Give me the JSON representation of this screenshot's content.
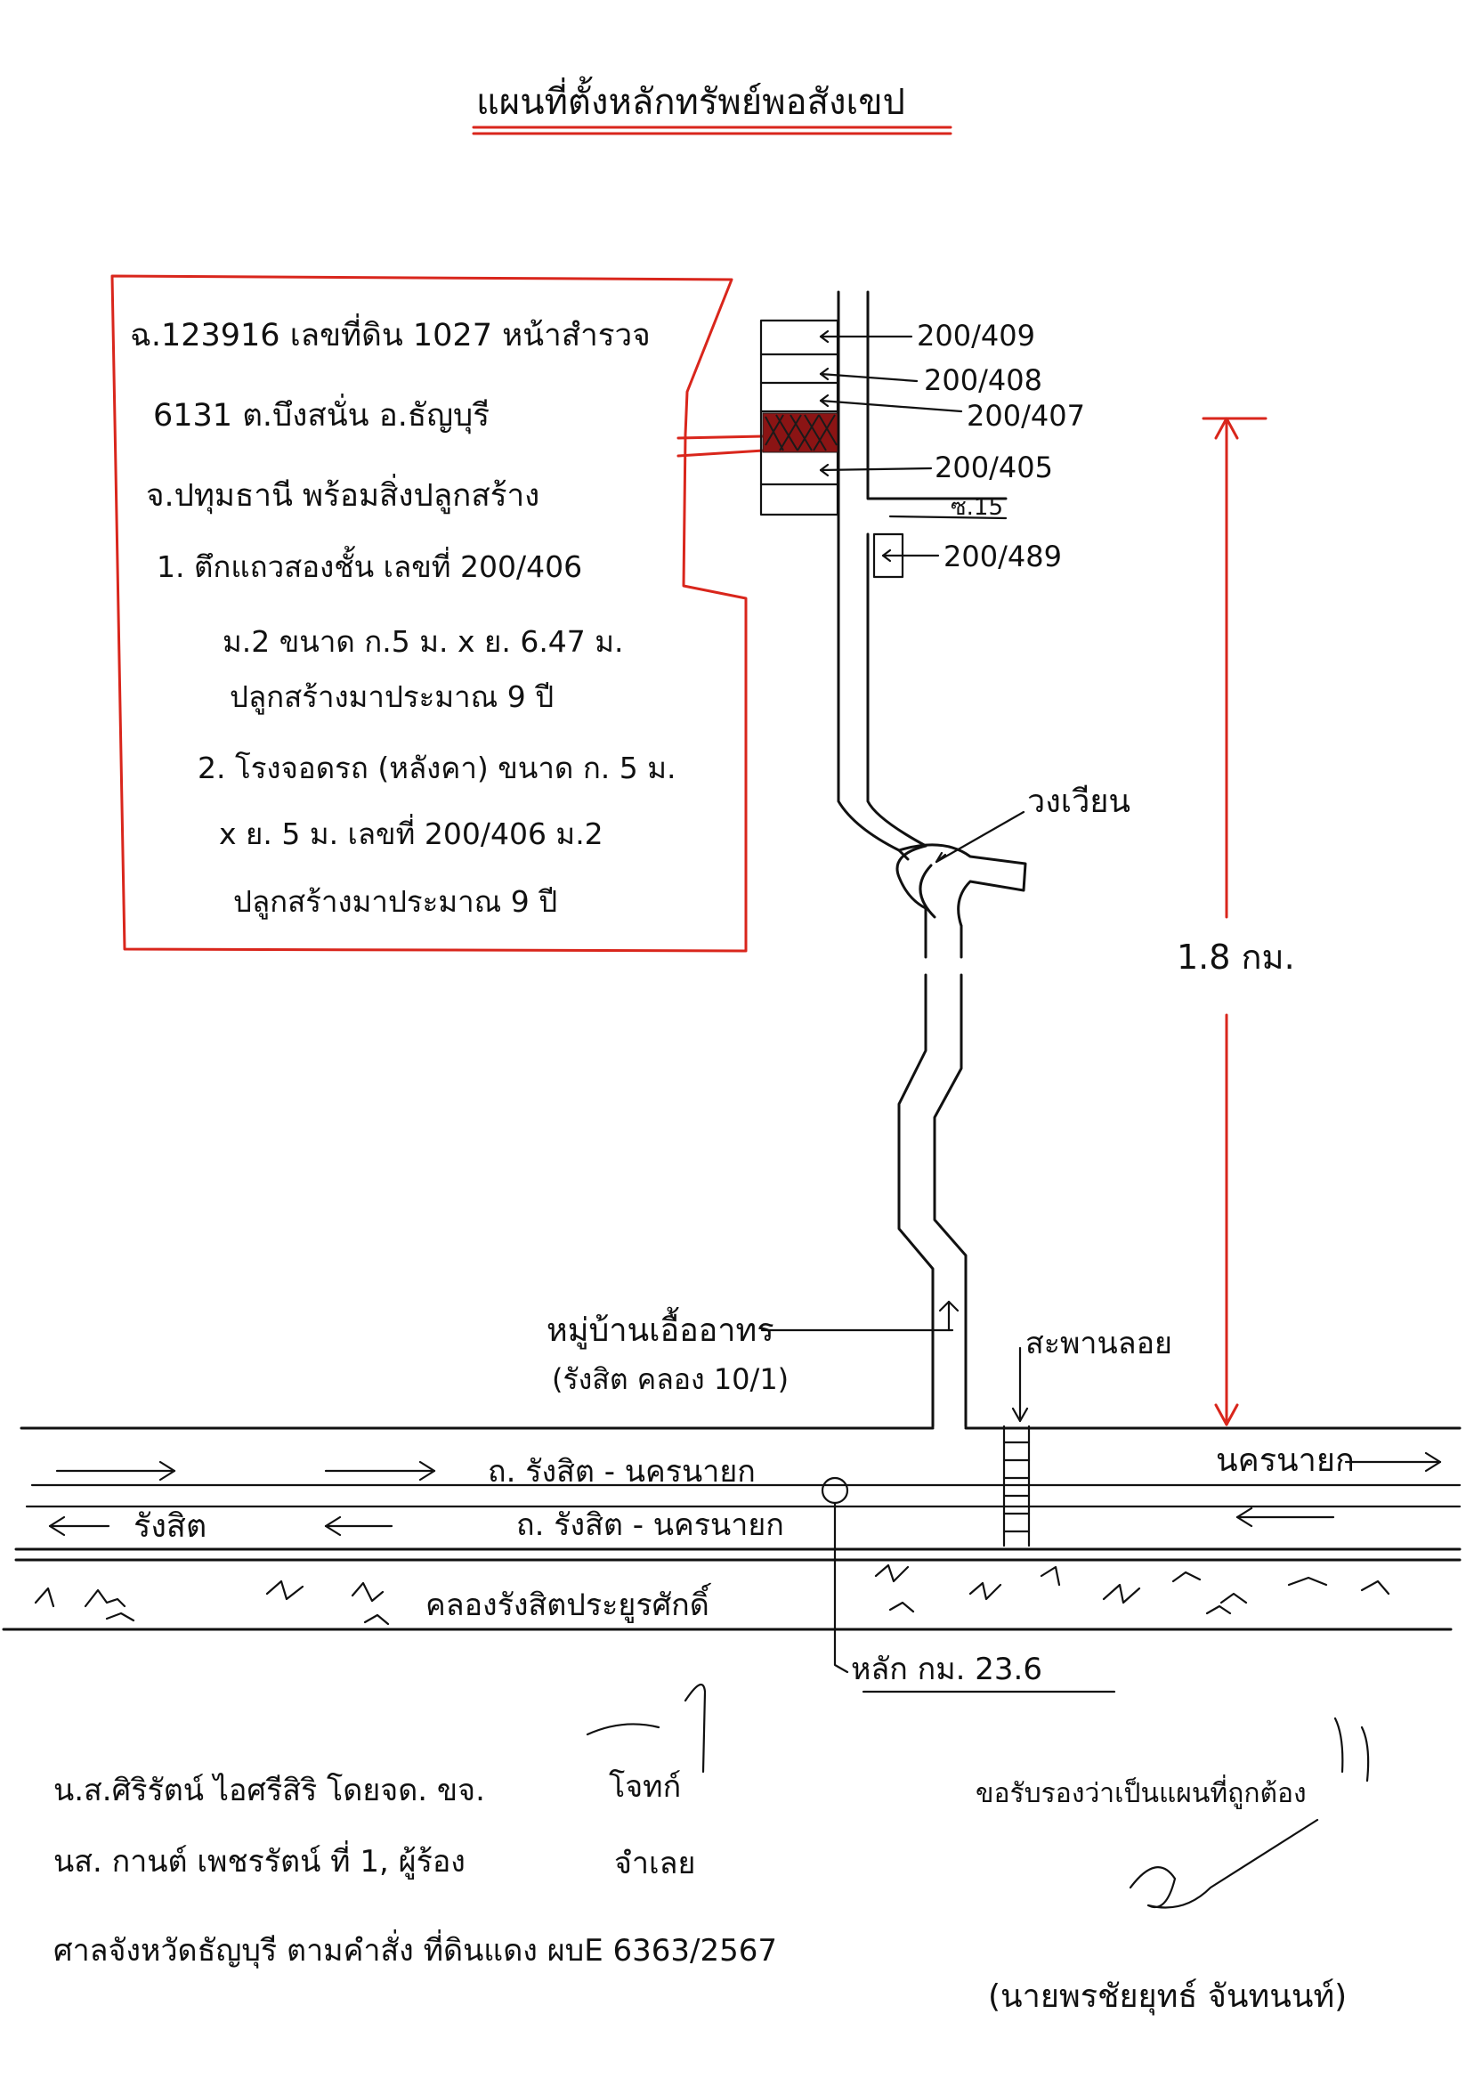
{
  "title": "แผนที่ตั้งหลักทรัพย์พอสังเขป",
  "deed_note": {
    "line1": "ฉ.123916 เลขที่ดิน 1027 หน้าสำรวจ",
    "line2": "6131 ต.บึงสนั่น อ.ธัญบุรี",
    "line3": "จ.ปทุมธานี พร้อมสิ่งปลูกสร้าง",
    "line4": "1. ตึกแถวสองชั้น เลขที่ 200/406",
    "line5": "ม.2 ขนาด ก.5 ม. x ย. 6.47 ม.",
    "line6": "ปลูกสร้างมาประมาณ 9 ปี",
    "line7": "2. โรงจอดรถ (หลังคา) ขนาด ก. 5 ม.",
    "line8": "x ย. 5 ม. เลขที่ 200/406 ม.2",
    "line9": "ปลูกสร้างมาประมาณ 9 ปี"
  },
  "house_numbers": {
    "h409": "200/409",
    "h408": "200/408",
    "h407": "200/407",
    "h405": "200/405",
    "h489": "200/489",
    "soi": "ซ.15"
  },
  "landmarks": {
    "roundabout": "วงเวียน",
    "distance": "1.8 กม.",
    "village": "หมู่บ้านเอื้ออาทร",
    "village_sub": "(รังสิต คลอง 10/1)",
    "footbridge": "สะพานลอย",
    "km_post": "หลัก กม. 23.6"
  },
  "roads": {
    "road_upper": "ถ. รังสิต - นครนายก",
    "road_lower": "ถ. รังสิต - นครนายก",
    "dir_right": "นครนายก",
    "dir_left": "รังสิต",
    "canal": "คลองรังสิตประยูรศักดิ์"
  },
  "footer": {
    "left1": "น.ส.ศิริรัตน์ ไอศรีสิริ โดยจด. ขจ.",
    "left2": "นส. กานต์ เพชรรัตน์ ที่ 1, ผู้ร้อง",
    "left3": "ศาลจังหวัดธัญบุรี ตามคำสั่ง ที่ดินแดง ผบE 6363/2567",
    "mid1": "โจทก์",
    "mid2": "จำเลย",
    "right1": "ขอรับรองว่าเป็นแผนที่ถูกต้อง",
    "right_name": "(นายพรชัยยุทธ์ จันทนนท์)"
  }
}
